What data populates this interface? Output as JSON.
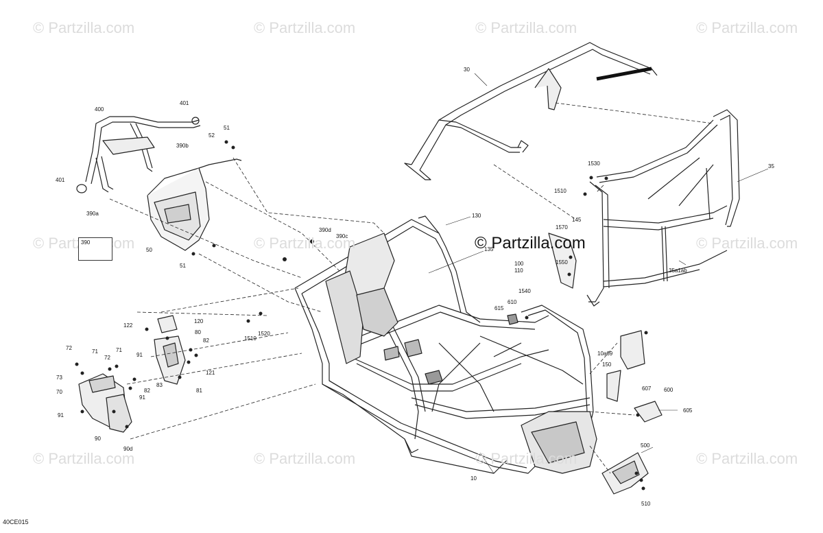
{
  "watermarks": {
    "text": "© Partzilla.com",
    "center_text": "© Partzilla.com"
  },
  "diagram_code": "40CE015",
  "callouts": {
    "c30": "30",
    "c35": "35",
    "c35a1ab": "35a1ab",
    "c400": "400",
    "c401a": "401",
    "c401b": "401",
    "c390a": "390a",
    "c390b": "390b",
    "c390c": "390c",
    "c390d": "390d",
    "c390": "390",
    "c51a": "51",
    "c51b": "51",
    "c52": "52",
    "c50": "50",
    "c130": "130",
    "c135": "135",
    "c145": "145",
    "c1530": "1530",
    "c1510a": "1510",
    "c1510b": "1510",
    "c1570": "1570",
    "c1550": "1550",
    "c100": "100",
    "c110": "110",
    "c1540": "1540",
    "c610": "610",
    "c615": "615",
    "c1520": "1520",
    "c120": "120",
    "c122": "122",
    "c80": "80",
    "c82a": "82",
    "c82b": "82",
    "c121": "121",
    "c81": "81",
    "c83": "83",
    "c72a": "72",
    "c72b": "72",
    "c71a": "71",
    "c71b": "71",
    "c73": "73",
    "c70": "70",
    "c91a": "91",
    "c91b": "91",
    "c91c": "91",
    "c90": "90",
    "c90d": "90d",
    "c10a69": "10a69",
    "c150": "150",
    "c607": "607",
    "c600": "600",
    "c605": "605",
    "c500": "500",
    "c510": "510",
    "c10": "10"
  },
  "colors": {
    "line": "#222222",
    "fill": "#f4f4f4",
    "shade": "#bdbdbd",
    "watermark": "#dcdcdc"
  }
}
